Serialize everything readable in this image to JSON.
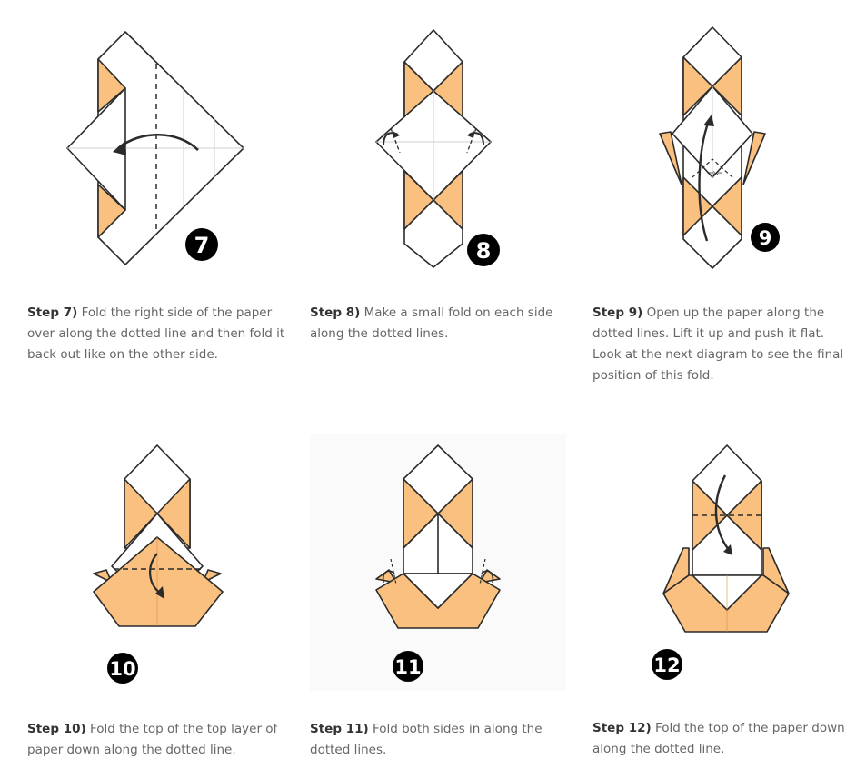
{
  "colors": {
    "paper_orange": "#f9c07f",
    "paper_white": "#ffffff",
    "line": "#2b2b2b",
    "text": "#666666",
    "step_label": "#333333"
  },
  "steps": [
    {
      "badge": "7",
      "label": "Step 7)",
      "text": "Fold the right side of the paper over along the dotted line and then fold it back out like on the other side."
    },
    {
      "badge": "8",
      "label": "Step 8)",
      "text": "Make a small fold on each side along the dotted lines."
    },
    {
      "badge": "9",
      "label": "Step 9)",
      "text": "Open up the paper along the dotted lines. Lift it up and push it flat. Look at the next diagram to see the final position of this fold."
    },
    {
      "badge": "10",
      "label": "Step 10)",
      "text": "Fold the top of the top layer of paper down along the dotted line."
    },
    {
      "badge": "11",
      "label": "Step 11)",
      "text": "Fold both sides in along the dotted lines."
    },
    {
      "badge": "12",
      "label": "Step 12)",
      "text": "Fold the top of the paper down along the dotted line."
    }
  ]
}
